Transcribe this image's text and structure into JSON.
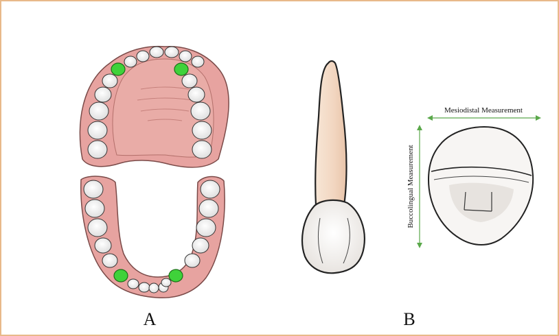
{
  "panels": {
    "a_label": "A",
    "b_label": "B"
  },
  "measurements": {
    "mesiodistal": "Mesiodistal  Measurement",
    "buccolingual": "Buccolingual  Measurement"
  },
  "colors": {
    "frame": "#e8b98a",
    "gum": "#e7a3a0",
    "palate": "#e9a8a3",
    "tooth": "#f3f3f3",
    "highlight_tooth": "#3fd23a",
    "arrow": "#5aa84a",
    "root": "#f4dcc8"
  },
  "icons": [
    "maxillary-arch",
    "mandibular-arch",
    "canine-tooth",
    "occlusal-view-tooth"
  ]
}
